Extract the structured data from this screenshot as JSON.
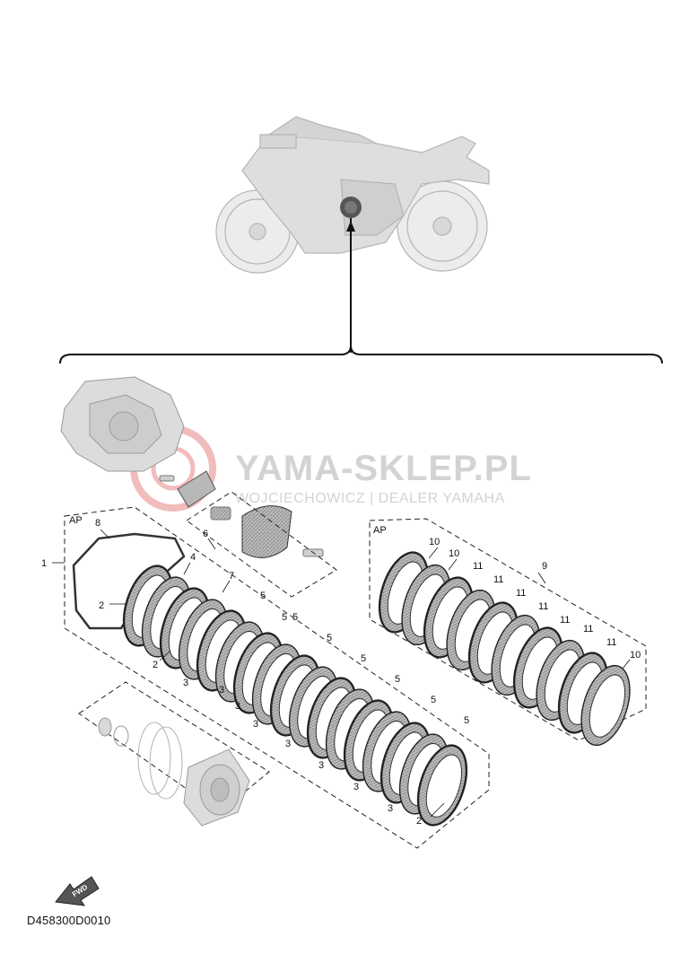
{
  "watermark": {
    "title": "YAMA-SKLEP.PL",
    "subtitle": "WOJCIECHOWICZ | DEALER YAMAHA"
  },
  "diagram_code": "D458300D0010",
  "fwd_label": "FWD",
  "assembly_labels": {
    "left": "AP",
    "right": "AP"
  },
  "callouts": {
    "c1": "1",
    "c8": "8",
    "c6": "6",
    "c2a": "2",
    "c4": "4",
    "c7": "7",
    "c2b": "2",
    "c3a": "3",
    "c5a": "5",
    "c3b": "3",
    "c5b": "5",
    "c3c": "3",
    "c5c": "5",
    "c3d": "3",
    "c5d": "5",
    "c3e": "3",
    "c5e": "5",
    "c3f": "3",
    "c5f": "5",
    "c3g": "3",
    "c5g": "5",
    "c3h": "3",
    "c5h": "5",
    "c2c": "2",
    "c9": "9",
    "c10a": "10",
    "c10b": "10",
    "c11a": "11",
    "c11b": "11",
    "c11c": "11",
    "c11d": "11",
    "c11e": "11",
    "c11f": "11",
    "c11g": "11",
    "c10c": "10"
  }
}
